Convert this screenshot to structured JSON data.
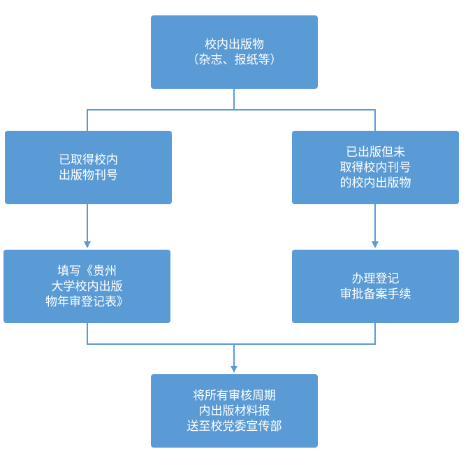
{
  "diagram": {
    "colors": {
      "box_fill": "#5b9bd5",
      "connector": "#5b9bd5",
      "text": "#ffffff"
    },
    "nodes": {
      "top": {
        "lines": [
          "校内出版物",
          "（杂志、报纸等）"
        ]
      },
      "left_top": {
        "lines": [
          "已取得校内",
          "出版物刊号"
        ]
      },
      "right_top": {
        "lines": [
          "已出版但未",
          "取得校内刊号",
          "的校内出版物"
        ]
      },
      "left_bottom": {
        "lines": [
          "填写《贵州",
          "大学校内出版",
          "物年审登记表》"
        ]
      },
      "right_bottom": {
        "lines": [
          "办理登记",
          "审批备案手续"
        ]
      },
      "final": {
        "lines": [
          "将所有审核周期",
          "内出版材料报",
          "送至校党委宣传部"
        ]
      }
    }
  }
}
